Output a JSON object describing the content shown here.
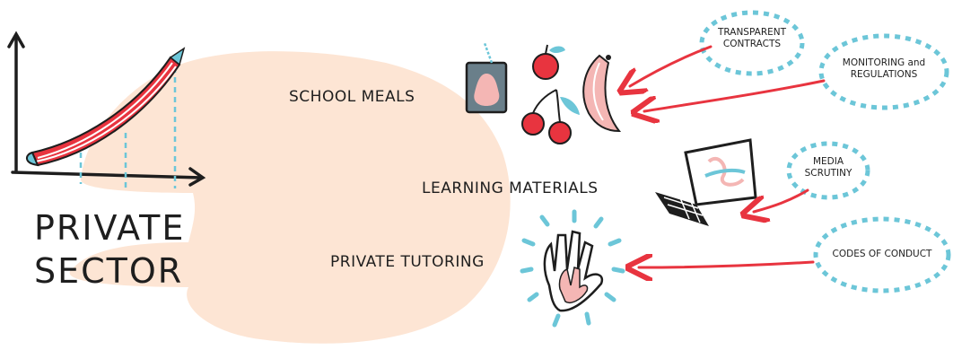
{
  "title": {
    "line1": "PRIVATE",
    "line2": "SECTOR"
  },
  "areas": {
    "school_meals": "SCHOOL MEALS",
    "learning_materials": "LEARNING MATERIALS",
    "private_tutoring": "PRIVATE TUTORING"
  },
  "mechanisms": {
    "transparent_contracts": [
      "TRANSPARENT",
      "CONTRACTS"
    ],
    "monitoring_regulations": [
      "MONITORING and",
      "REGULATIONS"
    ],
    "media_scrutiny": [
      "MEDIA",
      "SCRUTINY"
    ],
    "codes_of_conduct": "CODES OF CONDUCT"
  },
  "colors": {
    "ink": "#1e1e1e",
    "blob": "#fde5d4",
    "arrow_red": "#e8343f",
    "accent_teal": "#6cc6d8",
    "pencil_pink": "#f4b6b4"
  },
  "icons": [
    "graph-axes-icon",
    "pencil-icon",
    "juice-box-icon",
    "apple-icon",
    "cherries-icon",
    "banana-icon",
    "laptop-icon",
    "helping-hands-icon"
  ]
}
